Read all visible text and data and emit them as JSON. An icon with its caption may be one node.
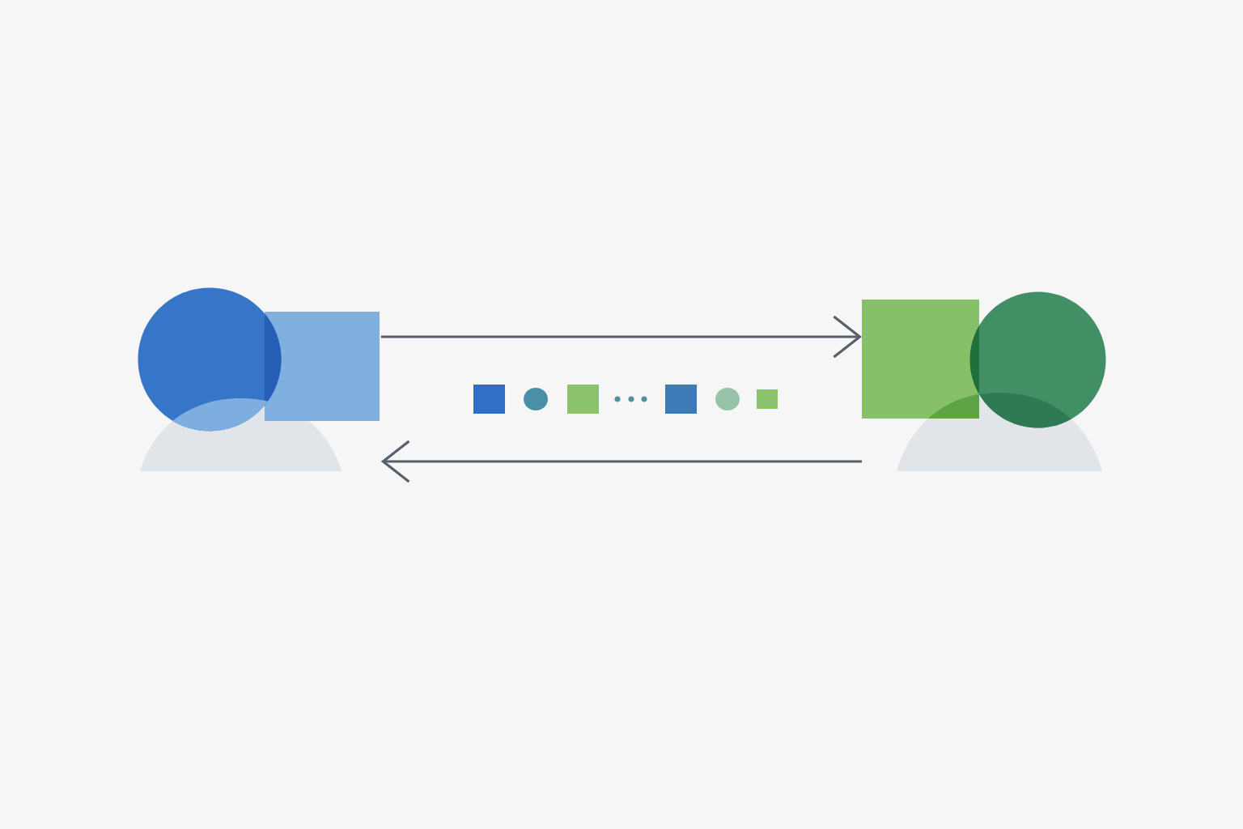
{
  "diagram": {
    "nodes": [
      {
        "text": [],
        "shape": "person"
      },
      {
        "text": [],
        "shape": "person"
      }
    ],
    "edges": [
      {
        "from": 0,
        "to": 1,
        "arrow": "to"
      },
      {
        "from": 1,
        "to": 0,
        "arrow": "to"
      }
    ]
  }
}
